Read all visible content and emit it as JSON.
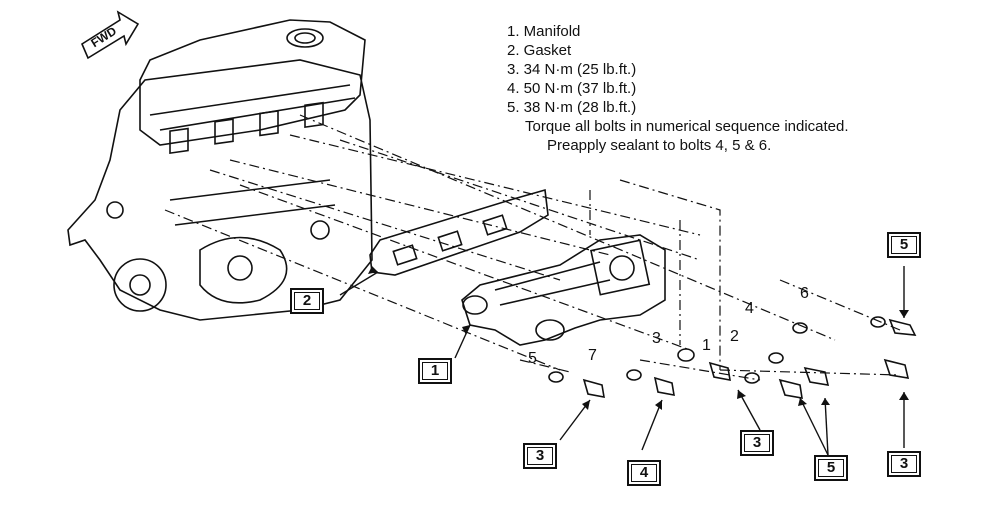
{
  "legend": {
    "items": [
      "1. Manifold",
      "2. Gasket",
      "3. 34 N·m (25 lb.ft.)",
      "4. 50 N·m (37 lb.ft.)",
      "5. 38 N·m (28 lb.ft.)"
    ],
    "note_line1": "Torque all bolts in numerical sequence indicated.",
    "note_line2": "Preapply sealant to bolts 4, 5 & 6."
  },
  "direction_label": "FWD",
  "callouts": {
    "gasket": "2",
    "manifold": "1",
    "top_right_bolt": "5",
    "right_bolt": "3",
    "lower_left_bolt": "3",
    "center_bolt": "4",
    "center_right_bolt": "3",
    "pair_bolts": "5"
  },
  "sequence": [
    "5",
    "7",
    "3",
    "1",
    "2",
    "4",
    "6"
  ],
  "colors": {
    "ink": "#111111",
    "background": "#ffffff"
  }
}
